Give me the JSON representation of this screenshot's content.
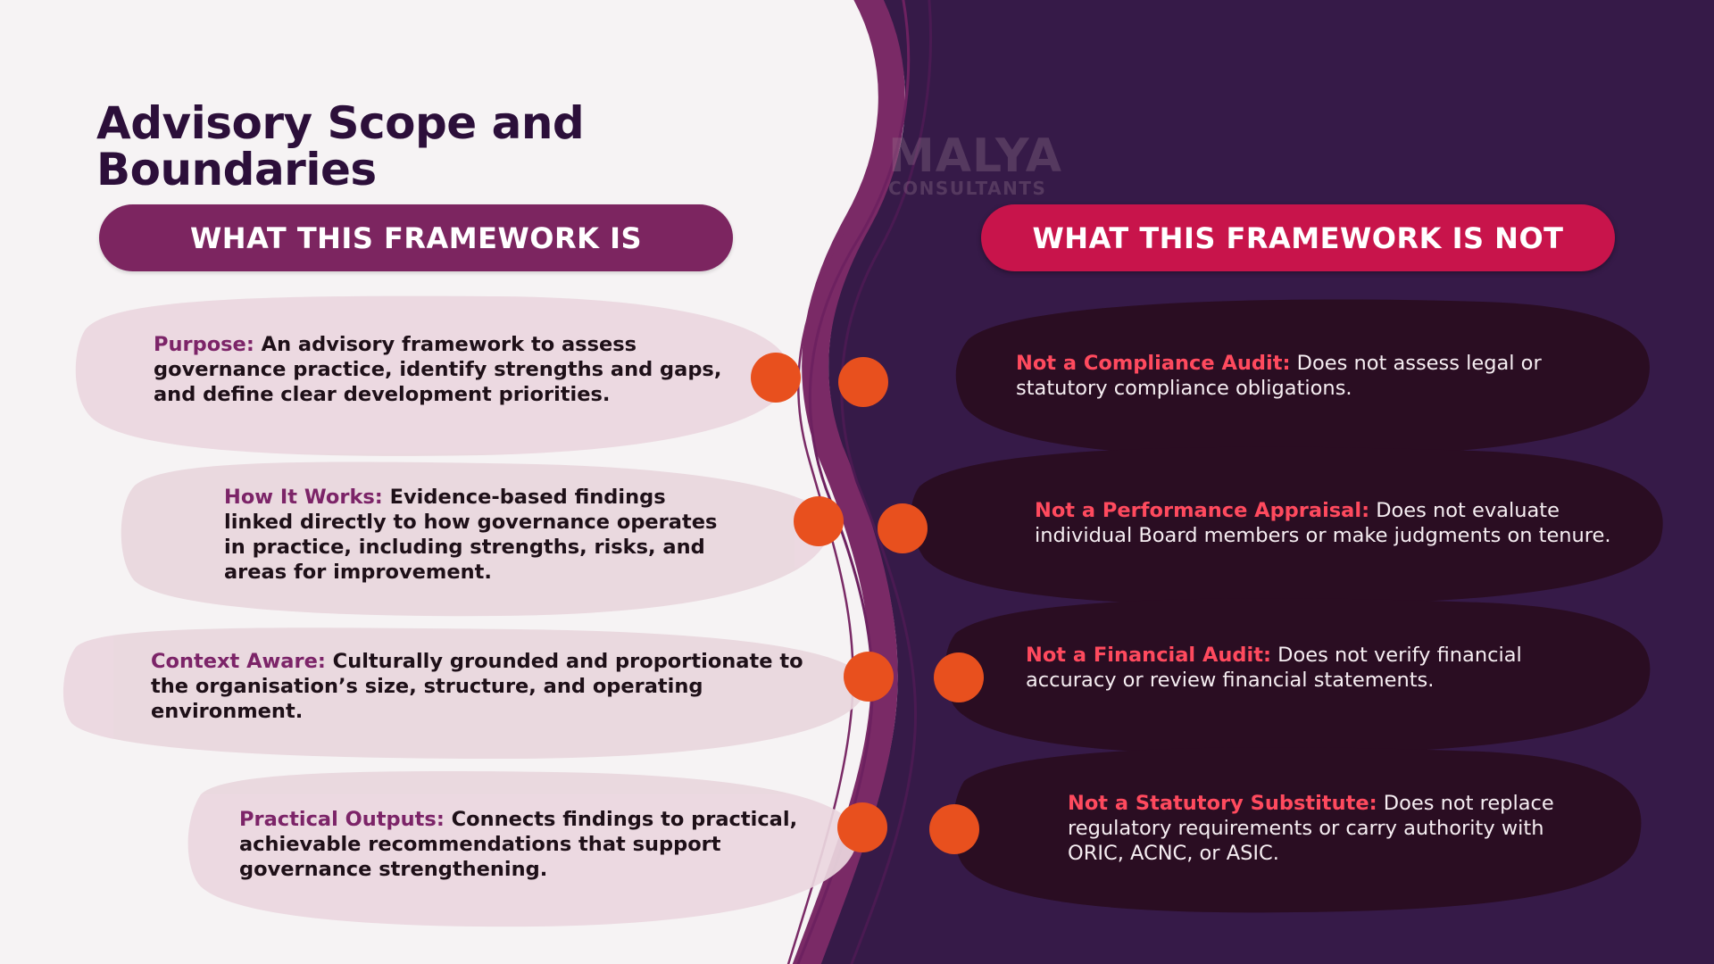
{
  "slide": {
    "title": "Advisory Scope and Boundaries",
    "logo": {
      "name": "MALYA",
      "subtitle": "CONSULTANTS"
    }
  },
  "colors": {
    "dark_panel": "#361a48",
    "title": "#2c0f3a",
    "left_header": "#7c2560",
    "right_header": "#c8144b",
    "connector": "#e8501e",
    "left_label": "#7c2468",
    "right_label": "#ff4a5e"
  },
  "left_column": {
    "header": "WHAT THIS FRAMEWORK IS",
    "items": [
      {
        "label": "Purpose:",
        "text": " An advisory framework to assess governance practice, identify strengths and gaps, and define clear development priorities."
      },
      {
        "label": "How It Works:",
        "text": " Evidence-based findings linked directly to how governance operates in practice, including strengths, risks, and areas for improvement."
      },
      {
        "label": "Context Aware:",
        "text": " Culturally grounded and proportionate to the organisation’s size, structure, and operating environment."
      },
      {
        "label": "Practical Outputs:",
        "text": " Connects findings to practical, achievable recommendations that support governance strengthening."
      }
    ]
  },
  "right_column": {
    "header": "WHAT THIS FRAMEWORK IS NOT",
    "items": [
      {
        "label": "Not a Compliance Audit:",
        "text": " Does not assess legal or statutory compliance obligations."
      },
      {
        "label": "Not a Performance Appraisal:",
        "text": " Does not evaluate individual Board members or make judgments on tenure."
      },
      {
        "label": "Not a Financial Audit:",
        "text": " Does not verify financial accuracy or review financial statements."
      },
      {
        "label": "Not a Statutory Substitute:",
        "text": " Does not replace regulatory requirements or carry authority with ORIC, ACNC, or ASIC."
      }
    ]
  }
}
